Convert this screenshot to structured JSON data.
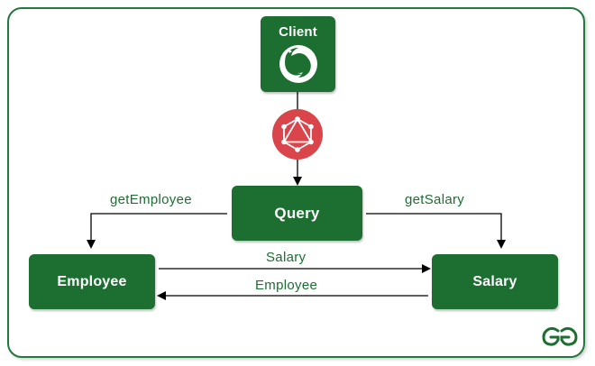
{
  "diagram": {
    "nodes": {
      "client": "Client",
      "query": "Query",
      "employee": "Employee",
      "salary": "Salary"
    },
    "edges": {
      "get_employee": "getEmployee",
      "get_salary": "getSalary",
      "employee_to_salary": "Salary",
      "salary_to_employee": "Employee"
    },
    "icons": {
      "client": "firefox-icon",
      "connector": "graphql-icon",
      "logo": "geeksforgeeks-logo"
    },
    "colors": {
      "node_fill": "#1c6e31",
      "frame_border": "#1f7a3c",
      "graphql_badge": "#d9454b",
      "line": "#000000"
    }
  }
}
